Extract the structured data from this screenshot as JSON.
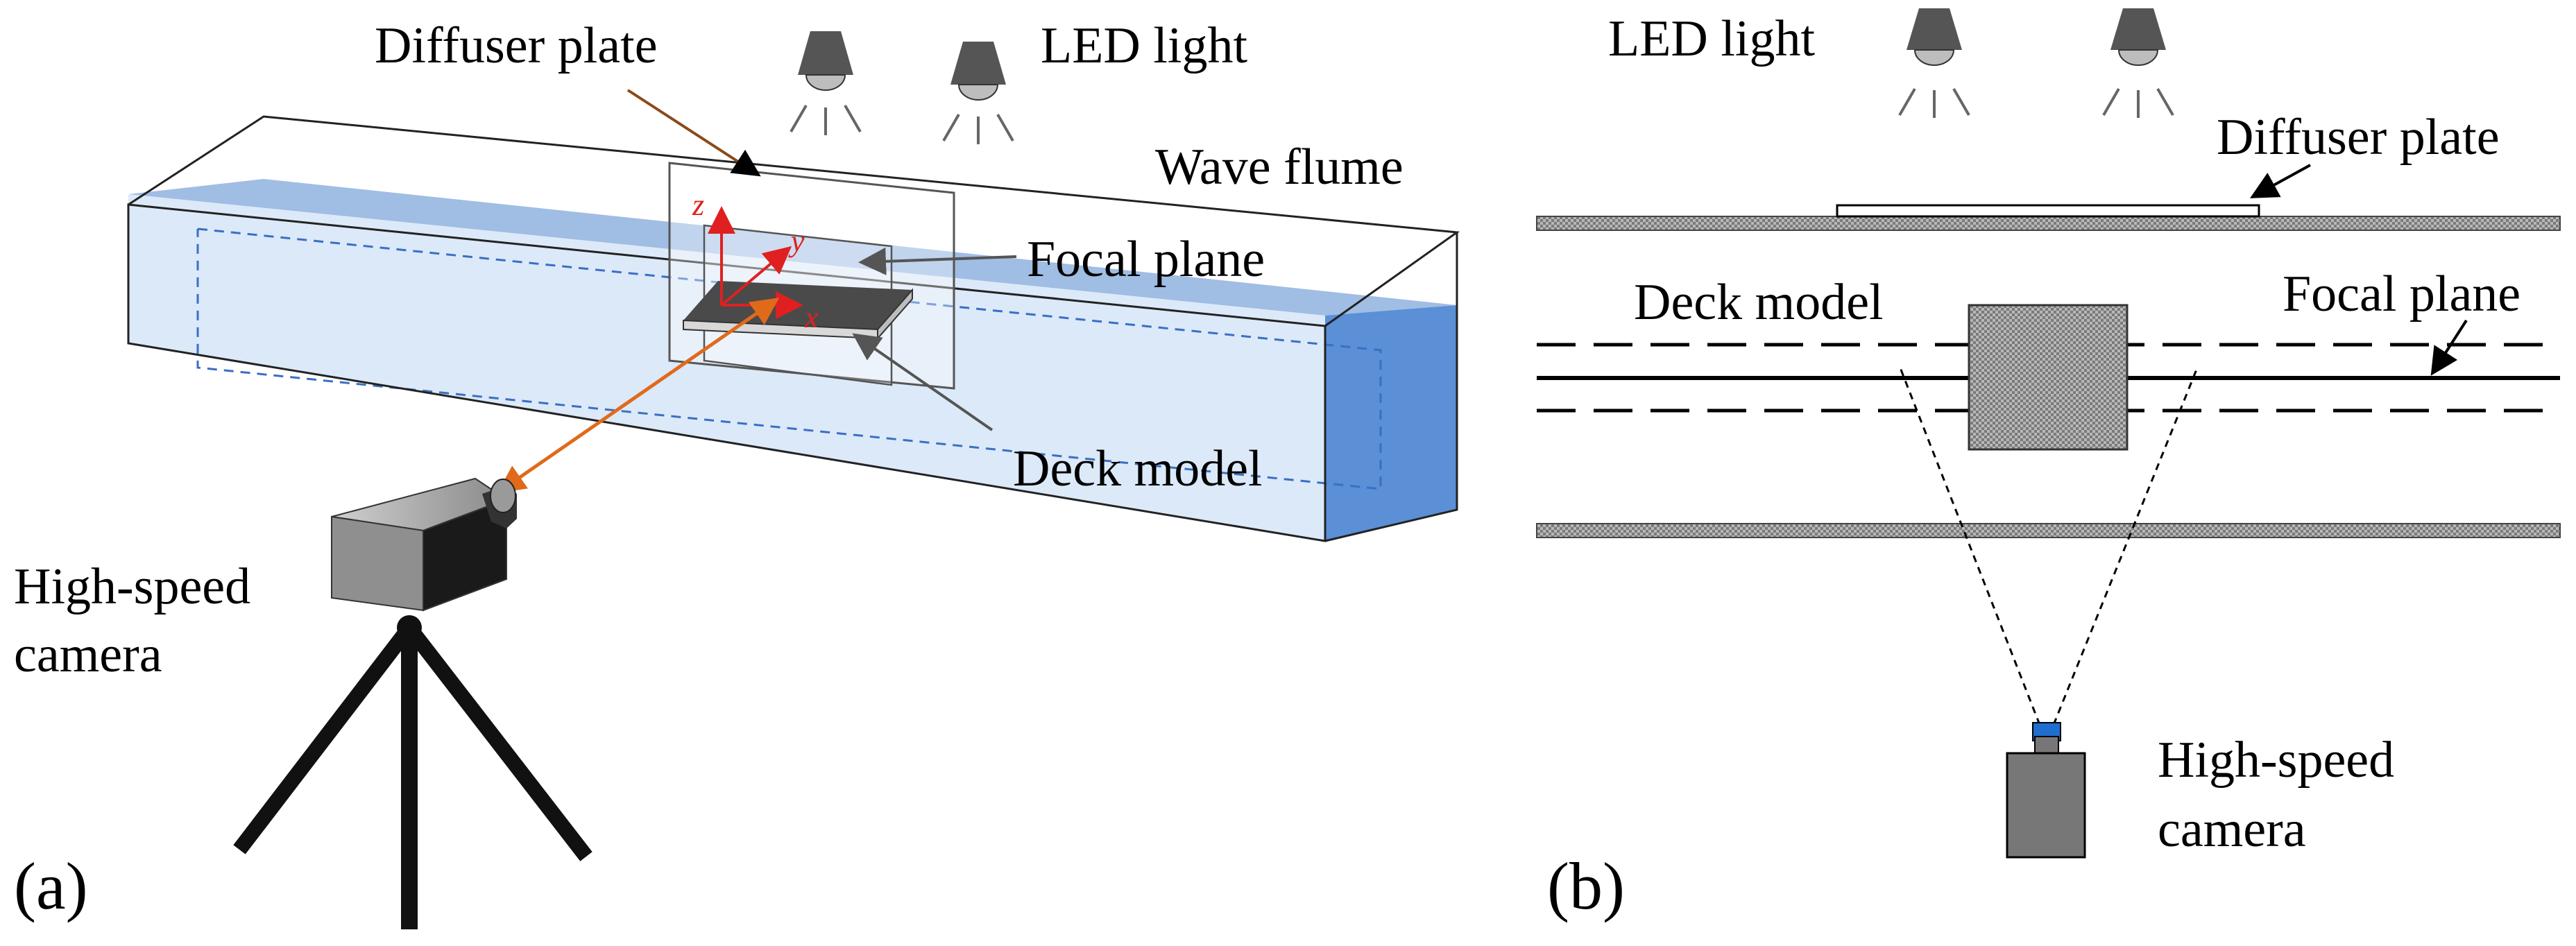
{
  "panel_a": {
    "label": "(a)",
    "diffuser_plate": "Diffuser plate",
    "led_light": "LED light",
    "wave_flume": "Wave flume",
    "focal_plane": "Focal plane",
    "deck_model": "Deck model",
    "camera_line1": "High-speed",
    "camera_line2": "camera",
    "axis_x": "x",
    "axis_y": "y",
    "axis_z": "z"
  },
  "panel_b": {
    "label": "(b)",
    "led_light": "LED light",
    "diffuser_plate": "Diffuser plate",
    "deck_model": "Deck model",
    "focal_plane": "Focal plane",
    "camera_line1": "High-speed",
    "camera_line2": "camera"
  },
  "colors": {
    "water_light": "#dce9f8",
    "water_dark": "#5b8fd6",
    "water_top": "#8fb1df",
    "laser_arrow": "#e06a1a",
    "axis_red": "#e02020",
    "lamp_gray": "#555555",
    "camera_blue": "#1f6fd0"
  }
}
